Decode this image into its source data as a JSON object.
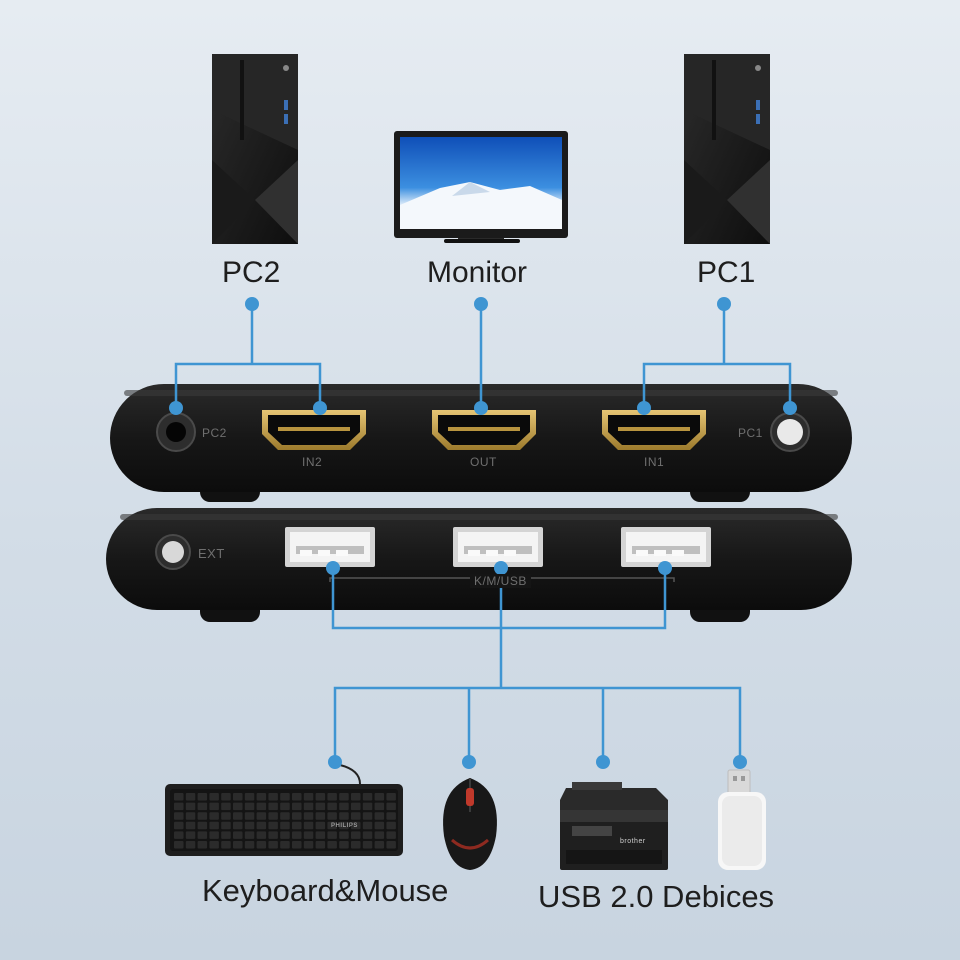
{
  "devices": {
    "pc2": "PC2",
    "monitor": "Monitor",
    "pc1": "PC1"
  },
  "switch_front": {
    "pc2_jack": "PC2",
    "in2": "IN2",
    "out": "OUT",
    "in1": "IN1",
    "pc1_jack": "PC1"
  },
  "switch_back": {
    "ext": "EXT",
    "km_usb": "K/M/USB"
  },
  "peripherals": {
    "keyboard_brand": "PHILIPS",
    "printer_brand": "brother",
    "keyboard_mouse_label": "Keyboard&Mouse",
    "usb_devices_label": "USB 2.0 Debices"
  },
  "colors": {
    "connector": "#3f95d2",
    "switch_body": "#1c1c1c",
    "hdmi_gold": "#c9a24a"
  }
}
